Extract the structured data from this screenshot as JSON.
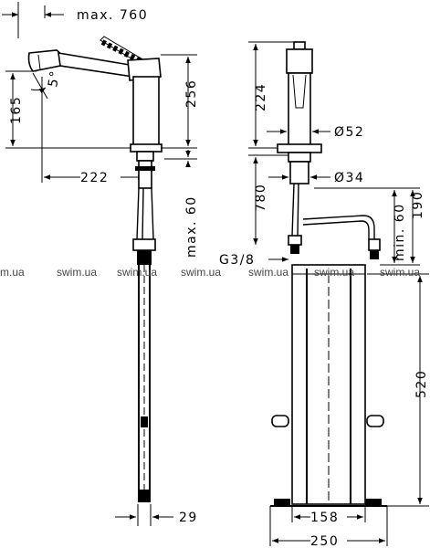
{
  "dimensions": {
    "max_760": "max. 760",
    "d165": "165",
    "angle": "5°",
    "d256": "256",
    "d222": "222",
    "max_60": "max. 60",
    "d29": "29",
    "d224": "224",
    "dia52": "Ø52",
    "dia34": "Ø34",
    "d780": "780",
    "min_60": "min. 60",
    "d190": "190",
    "g38": "G3/8",
    "d520": "520",
    "d158": "158",
    "d250": "250"
  },
  "watermarks": [
    "m.ua",
    "swim.ua",
    "swim.ua",
    "swim.ua",
    "swim.ua",
    "swim.ua",
    "swim.ua"
  ]
}
